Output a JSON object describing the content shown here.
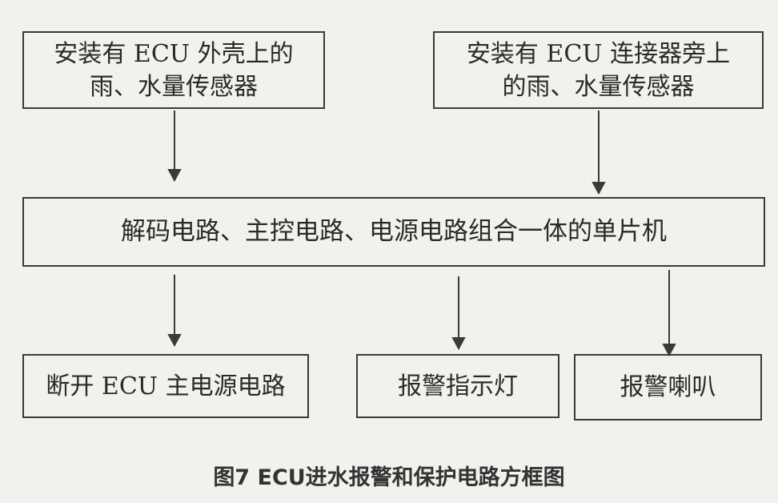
{
  "diagram": {
    "top_left": {
      "line1": "安装有 ECU 外壳上的",
      "line2": "雨、水量传感器"
    },
    "top_right": {
      "line1": "安装有 ECU 连接器旁上",
      "line2": "的雨、水量传感器"
    },
    "middle": "解码电路、主控电路、电源电路组合一体的单片机",
    "bottom_left": "断开 ECU 主电源电路",
    "bottom_middle": "报警指示灯",
    "bottom_right": "报警喇叭"
  },
  "caption": "图7  ECU进水报警和保护电路方框图"
}
